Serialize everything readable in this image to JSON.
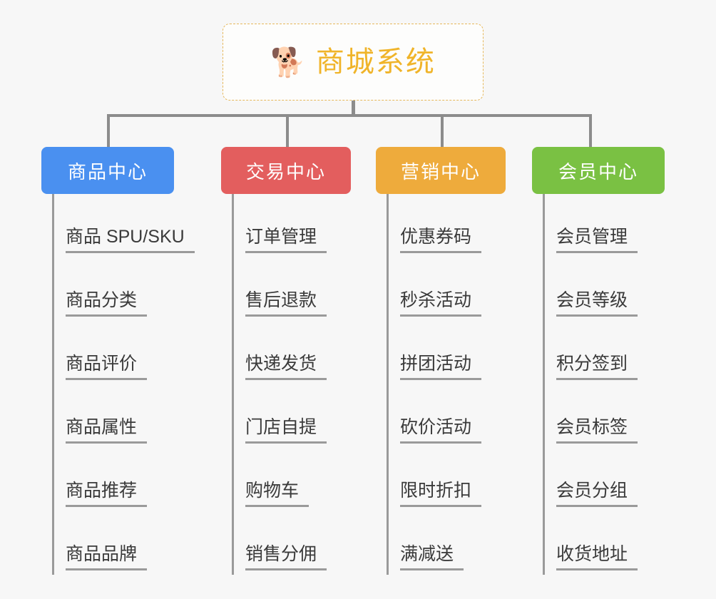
{
  "root": {
    "icon": "shiba-inu-emoji",
    "emoji": "🐕",
    "title": "商城系统",
    "title_color": "#f0b429",
    "border_color": "#e6b85c"
  },
  "connector_color": "#8c8c8c",
  "columns": [
    {
      "id": "product-center",
      "header": "商品中心",
      "color": "#4a90f0",
      "items": [
        "商品 SPU/SKU",
        "商品分类",
        "商品评价",
        "商品属性",
        "商品推荐",
        "商品品牌"
      ]
    },
    {
      "id": "trade-center",
      "header": "交易中心",
      "color": "#e35e5e",
      "items": [
        "订单管理",
        "售后退款",
        "快递发货",
        "门店自提",
        "购物车",
        "销售分佣"
      ]
    },
    {
      "id": "marketing-center",
      "header": "营销中心",
      "color": "#eeab3c",
      "items": [
        "优惠券码",
        "秒杀活动",
        "拼团活动",
        "砍价活动",
        "限时折扣",
        "满减送"
      ]
    },
    {
      "id": "member-center",
      "header": "会员中心",
      "color": "#7ac143",
      "items": [
        "会员管理",
        "会员等级",
        "积分签到",
        "会员标签",
        "会员分组",
        "收货地址"
      ]
    }
  ]
}
